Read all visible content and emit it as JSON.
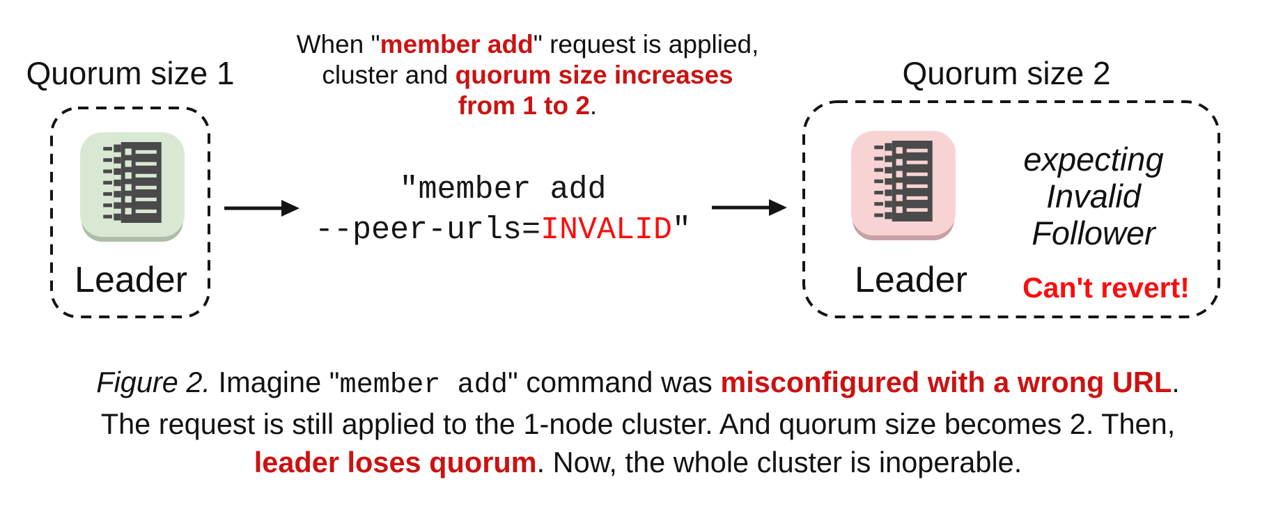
{
  "palette": {
    "text_black": "#111111",
    "line_black": "#141414",
    "crimson": "#cb1212",
    "bright_red": "#fb0d0d",
    "green_node_bg": "#d9e8d3",
    "green_node_edge": "#adbda7",
    "pink_node_bg": "#f8d3d3",
    "pink_node_edge": "#c7a1a5",
    "icon_dark": "#4a4a4a"
  },
  "left_cluster": {
    "title": "Quorum size 1",
    "node_label": "Leader",
    "node_icon": "server-rack-icon",
    "node_color": "#d9e8d3"
  },
  "annotation": {
    "lines": [
      [
        {
          "t": "When \"",
          "s": "plain"
        },
        {
          "t": "member add",
          "s": "em"
        },
        {
          "t": "\" request is applied,",
          "s": "plain"
        }
      ],
      [
        {
          "t": "cluster and ",
          "s": "plain"
        },
        {
          "t": "quorum size increases",
          "s": "em"
        }
      ],
      [
        {
          "t": "from 1 to 2",
          "s": "em"
        },
        {
          "t": ".",
          "s": "plain"
        }
      ]
    ]
  },
  "command": {
    "lines": [
      [
        {
          "t": "\"member add",
          "s": "code"
        }
      ],
      [
        {
          "t": "--peer-urls=",
          "s": "code"
        },
        {
          "t": "INVALID",
          "s": "code-red"
        },
        {
          "t": "\"",
          "s": "code"
        }
      ]
    ]
  },
  "right_cluster": {
    "title": "Quorum size 2",
    "node_label": "Leader",
    "node_icon": "server-rack-icon",
    "node_color": "#f8d3d3",
    "expecting_lines": [
      "expecting",
      "Invalid",
      "Follower"
    ],
    "warning": "Can't revert!"
  },
  "caption": {
    "lines": [
      [
        {
          "t": "Figure 2.",
          "s": "italic"
        },
        {
          "t": " Imagine \"",
          "s": "plain"
        },
        {
          "t": "member add",
          "s": "mono"
        },
        {
          "t": "\" command was ",
          "s": "plain"
        },
        {
          "t": "misconfigured with a wrong URL",
          "s": "em"
        },
        {
          "t": ".",
          "s": "plain"
        }
      ],
      [
        {
          "t": "The request is still applied to the 1-node cluster. And quorum size becomes 2. Then,",
          "s": "plain"
        }
      ],
      [
        {
          "t": "leader loses quorum",
          "s": "em"
        },
        {
          "t": ". Now, the whole cluster is inoperable.",
          "s": "plain"
        }
      ]
    ]
  }
}
